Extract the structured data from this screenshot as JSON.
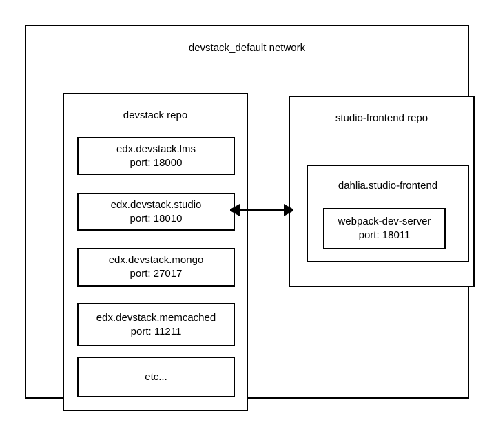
{
  "diagram": {
    "network": {
      "title": "devstack_default network"
    },
    "repos": [
      {
        "name": "devstack repo",
        "services": [
          {
            "name": "edx.devstack.lms",
            "port": "port: 18000"
          },
          {
            "name": "edx.devstack.studio",
            "port": "port: 18010"
          },
          {
            "name": "edx.devstack.mongo",
            "port": "port: 27017"
          },
          {
            "name": "edx.devstack.memcached",
            "port": "port: 11211"
          },
          {
            "name": "etc...",
            "port": ""
          }
        ]
      },
      {
        "name": "studio-frontend repo",
        "container": {
          "name": "dahlia.studio-frontend",
          "service": {
            "name": "webpack-dev-server",
            "port": "port: 18011"
          }
        }
      }
    ],
    "connector": {
      "type": "double-headed-arrow",
      "from": "devstack repo",
      "to": "studio-frontend repo"
    },
    "colors": {
      "stroke": "#000000",
      "background": "#ffffff",
      "text": "#000000"
    }
  }
}
